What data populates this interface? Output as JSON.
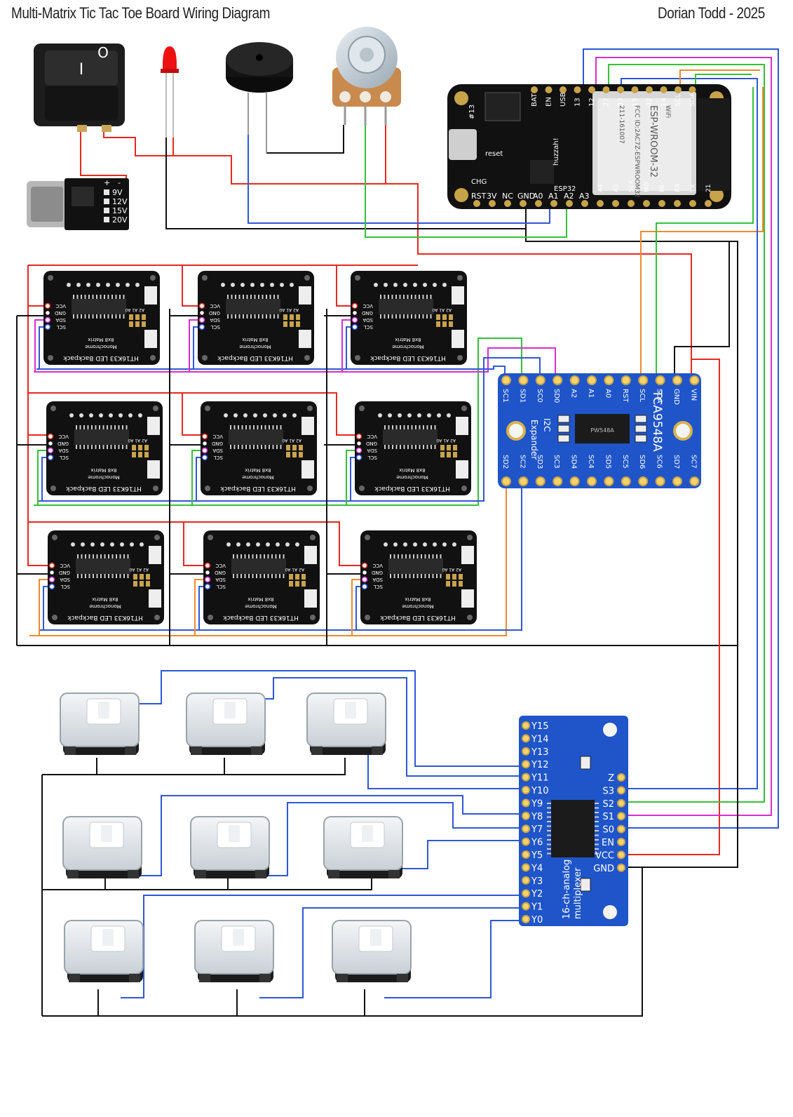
{
  "header": {
    "title": "Multi-Matrix Tic Tac Toe Board Wiring Diagram",
    "author": "Dorian Todd - 2025"
  },
  "switch": {
    "on": "I",
    "off": "O"
  },
  "charger": {
    "voltages": [
      "9V",
      "12V",
      "15V",
      "20V"
    ],
    "plus": "+",
    "minus": "-"
  },
  "esp32": {
    "top_labels": [
      "BAT",
      "EN",
      "USB",
      "13",
      "12",
      "27",
      "33",
      "15",
      "32",
      "14",
      "SCL",
      "SDA"
    ],
    "bottom_labels": [
      "RST",
      "3V",
      "NC",
      "GND",
      "A0",
      "A1",
      "A2",
      "A3",
      "A4",
      "A5",
      "SCK",
      "MO",
      "MI",
      "RX",
      "TX",
      "21"
    ],
    "silk": [
      "#13",
      "reset",
      "CHG",
      "huzzah!",
      "ESP32"
    ],
    "module": [
      "WiFi",
      "ESP-WROOM-32",
      "FCC ID:2AC7Z-ESPWROOM32",
      "211-161007"
    ]
  },
  "matrix": {
    "title": "HT16K33 LED Backpack",
    "sub1": "Monochrome",
    "sub2": "8x8 Matrix",
    "addr": "A2 A1 A0",
    "pins": [
      "VCC",
      "GND",
      "SDA",
      "SCL"
    ]
  },
  "expander": {
    "top_pins": [
      "SC1",
      "SD1",
      "SC0",
      "SD0",
      "A2",
      "A1",
      "A0",
      "RST",
      "SCL",
      "SDA",
      "GND",
      "VIN"
    ],
    "bottom_pins": [
      "SD2",
      "SC2",
      "SD3",
      "SC3",
      "SD4",
      "SC4",
      "SD5",
      "SC5",
      "SD6",
      "SC6",
      "SD7",
      "SC7"
    ],
    "name": "TCA9548A",
    "sub1": "I2C",
    "sub2": "Expander",
    "chip": "PW548A"
  },
  "mux": {
    "left_pins": [
      "Y15",
      "Y14",
      "Y13",
      "Y12",
      "Y11",
      "Y10",
      "Y9",
      "Y8",
      "Y7",
      "Y6",
      "Y5",
      "Y4",
      "Y3",
      "Y2",
      "Y1",
      "Y0"
    ],
    "right_pins": [
      "Z",
      "S3",
      "S2",
      "S1",
      "S0",
      "EN",
      "VCC",
      "GND"
    ],
    "name1": "16-ch-analog",
    "name2": "multiplexer"
  },
  "colors": {
    "red": "#e8281e",
    "black": "#111111",
    "blue": "#2f57d6",
    "green": "#34c238",
    "magenta": "#d62fd0",
    "orange": "#ef8a2c"
  }
}
